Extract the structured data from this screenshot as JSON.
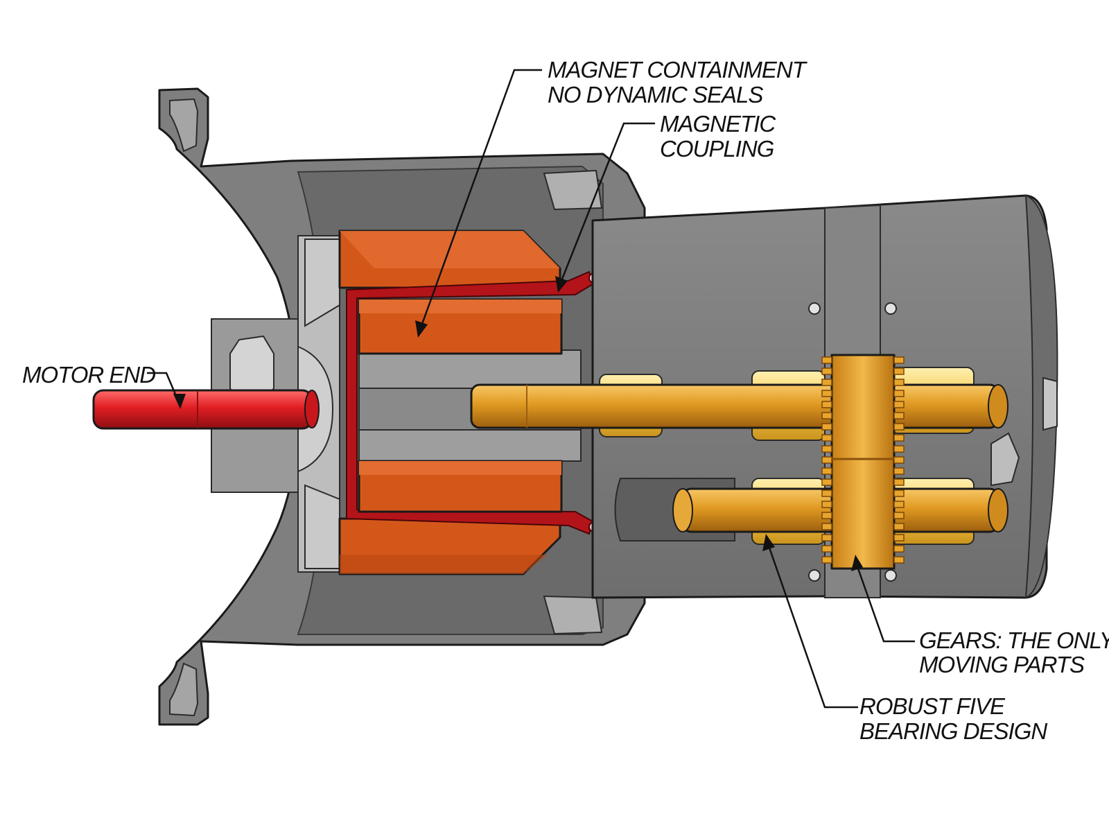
{
  "labels": {
    "motor_end": "MOTOR END",
    "magnet_containment_line1": "MAGNET CONTAINMENT",
    "magnet_containment_line2": "NO DYNAMIC SEALS",
    "magnetic_coupling_line1": "MAGNETIC",
    "magnetic_coupling_line2": "COUPLING",
    "gears_line1": "GEARS: THE ONLY",
    "gears_line2": "MOVING PARTS",
    "bearing_line1": "ROBUST FIVE",
    "bearing_line2": "BEARING DESIGN"
  },
  "colors": {
    "housing": "#7d7d7d",
    "housing_light": "#9a9a9a",
    "housing_dark": "#5c5c5c",
    "magnet": "#d4571a",
    "magnet_top": "#e0682a",
    "containment_can": "#b3141a",
    "motor_shaft": "#e01e24",
    "gear_shaft": "#e09a22",
    "bearing": "#f5c84a",
    "gear": "#e8a52c"
  }
}
